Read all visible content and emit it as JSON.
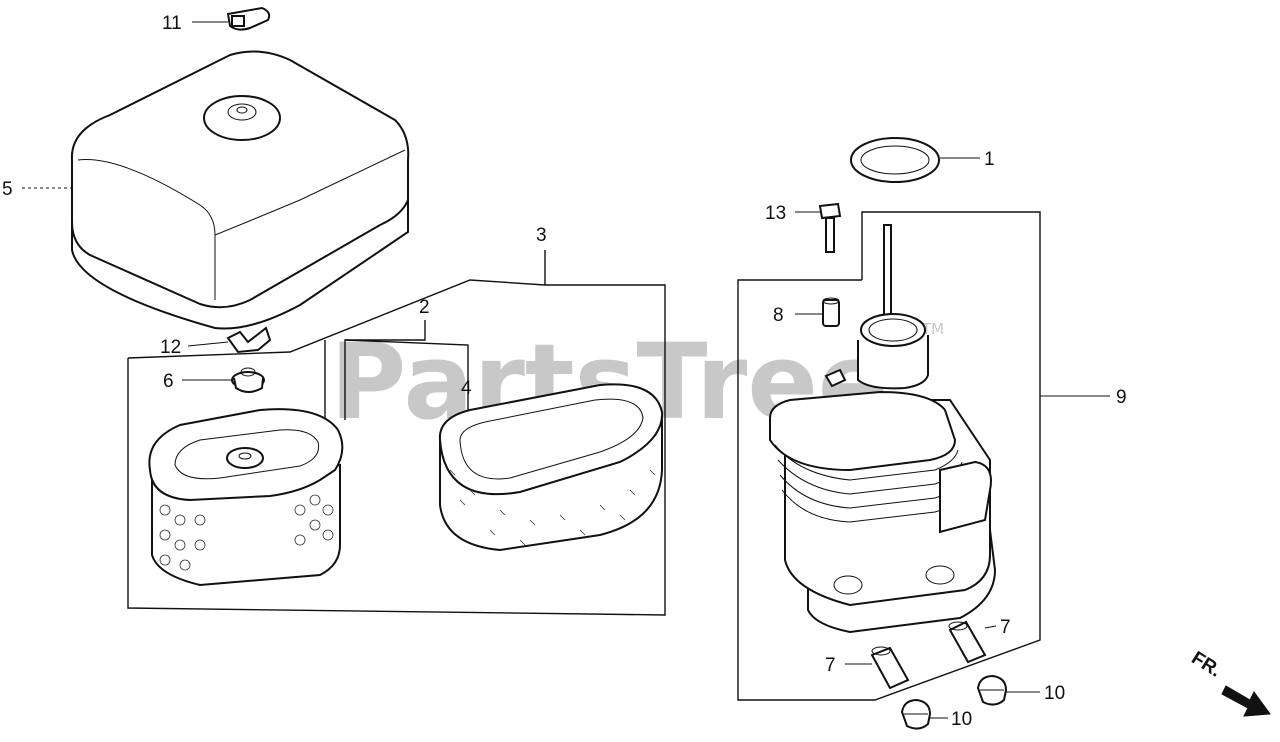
{
  "watermark": {
    "text": "PartsTree",
    "trademark": "TM"
  },
  "direction": {
    "text": "FR."
  },
  "callouts": [
    {
      "id": "c1",
      "num": "1"
    },
    {
      "id": "c2",
      "num": "2"
    },
    {
      "id": "c3",
      "num": "3"
    },
    {
      "id": "c4",
      "num": "4"
    },
    {
      "id": "c5",
      "num": "5"
    },
    {
      "id": "c6",
      "num": "6"
    },
    {
      "id": "c7a",
      "num": "7"
    },
    {
      "id": "c7b",
      "num": "7"
    },
    {
      "id": "c8",
      "num": "8"
    },
    {
      "id": "c9",
      "num": "9"
    },
    {
      "id": "c10a",
      "num": "10"
    },
    {
      "id": "c10b",
      "num": "10"
    },
    {
      "id": "c11",
      "num": "11"
    },
    {
      "id": "c12",
      "num": "12"
    },
    {
      "id": "c13",
      "num": "13"
    }
  ]
}
